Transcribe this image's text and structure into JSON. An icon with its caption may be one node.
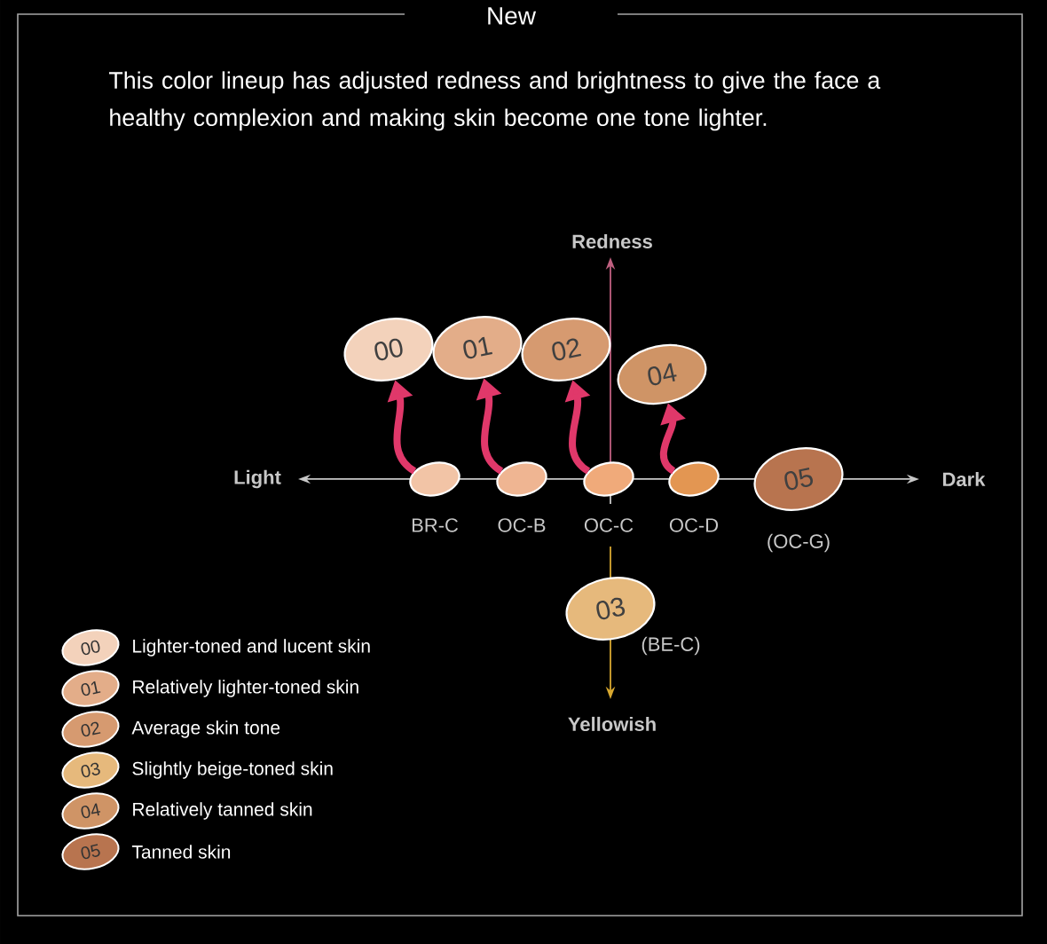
{
  "diagram": {
    "title": "New",
    "nodes": [
      {
        "text": [
          "00"
        ]
      },
      {
        "text": [
          "01"
        ]
      },
      {
        "text": [
          "02"
        ]
      },
      {
        "text": [
          "04"
        ]
      },
      {
        "text": [],
        "shape": "circle",
        "beside": [
          "BR-C"
        ]
      },
      {
        "text": [],
        "shape": "circle",
        "beside": [
          "OC-B"
        ]
      },
      {
        "text": [],
        "shape": "circle",
        "beside": [
          "OC-C"
        ]
      },
      {
        "text": [],
        "shape": "circle",
        "beside": [
          "OC-D"
        ]
      },
      {
        "text": [
          "05"
        ],
        "beside": [
          "(OC-G)"
        ]
      },
      {
        "text": [
          "03"
        ],
        "beside": [
          "(BE-C)"
        ]
      }
    ],
    "edges": [
      {
        "from": 4,
        "to": 0,
        "arrow": "to"
      },
      {
        "from": 5,
        "to": 1,
        "arrow": "to"
      },
      {
        "from": 6,
        "to": 2,
        "arrow": "to"
      },
      {
        "from": 7,
        "to": 3,
        "arrow": "to"
      }
    ],
    "labels": [
      "This color lineup has adjusted redness and brightness to give the face a healthy complexion and making skin become one tone lighter.",
      "Redness",
      "Light",
      "Dark",
      "Yellowish",
      "00",
      "01",
      "02",
      "03",
      "04",
      "05"
    ],
    "legend": [
      {
        "text": "Lighter-toned and lucent skin",
        "color": "#f3d2bb"
      },
      {
        "text": "Relatively lighter-toned skin",
        "color": "#e3ad89"
      },
      {
        "text": "Average skin tone",
        "color": "#d69a70"
      },
      {
        "text": "Slightly beige-toned skin",
        "color": "#e6b97c"
      },
      {
        "text": "Relatively tanned skin",
        "color": "#cf9466"
      },
      {
        "text": "Tanned skin",
        "color": "#b8744f"
      }
    ]
  }
}
